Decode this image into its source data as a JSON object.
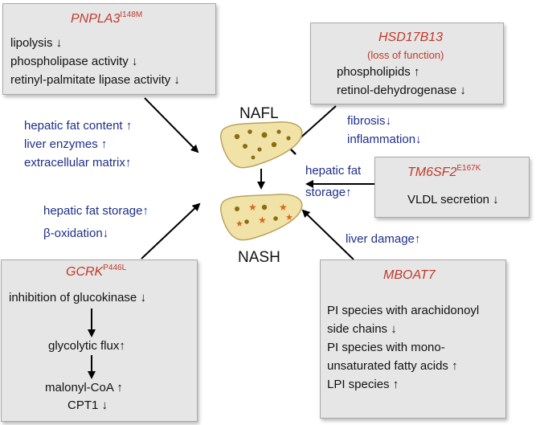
{
  "pnpla3": {
    "gene": "PNPLA3",
    "variant": "I148M",
    "effects": [
      "lipolysis ↓",
      "phospholipase activity ↓",
      "retinyl-palmitate lipase activity ↓"
    ]
  },
  "hsd17b13": {
    "gene": "HSD17B13",
    "note": "(loss of function)",
    "effects": [
      "phospholipids ↑",
      "retinol-dehydrogenase ↓"
    ]
  },
  "tm6sf2": {
    "gene": "TM6SF2",
    "variant": "E167K",
    "effects": [
      "VLDL secretion ↓"
    ]
  },
  "gckr": {
    "gene": "GCRK",
    "variant": "P446L",
    "steps": [
      "inhibition of glucokinase ↓",
      "glycolytic flux↑",
      "malonyl-CoA ↑",
      "CPT1 ↓"
    ]
  },
  "mboat7": {
    "gene": "MBOAT7",
    "effects": [
      "PI species with arachidonoyl",
      "side chains ↓",
      "PI species with mono-",
      "unsaturated fatty acids ↑",
      "LPI species ↑"
    ]
  },
  "liver": {
    "nafl_label": "NAFL",
    "nash_label": "NASH"
  },
  "outcomes": {
    "pnpla3": [
      "hepatic fat content ↑",
      "liver enzymes ↑",
      "extracellular matrix↑"
    ],
    "hsd17b13": [
      "fibrosis↓",
      "inflammation↓"
    ],
    "tm6sf2": [
      "hepatic fat",
      "storage↑"
    ],
    "gckr": [
      "hepatic fat storage↑",
      "β-oxidation↓"
    ],
    "mboat7": [
      "liver damage↑"
    ]
  },
  "colors": {
    "gene_name": "#c0392b",
    "outcome_text": "#1f2f8a",
    "box_fill": "#e6e6e6",
    "liver_fill": "#f1e3a8",
    "liver_fat": "#8a6d10",
    "liver_star": "#d9661f"
  }
}
